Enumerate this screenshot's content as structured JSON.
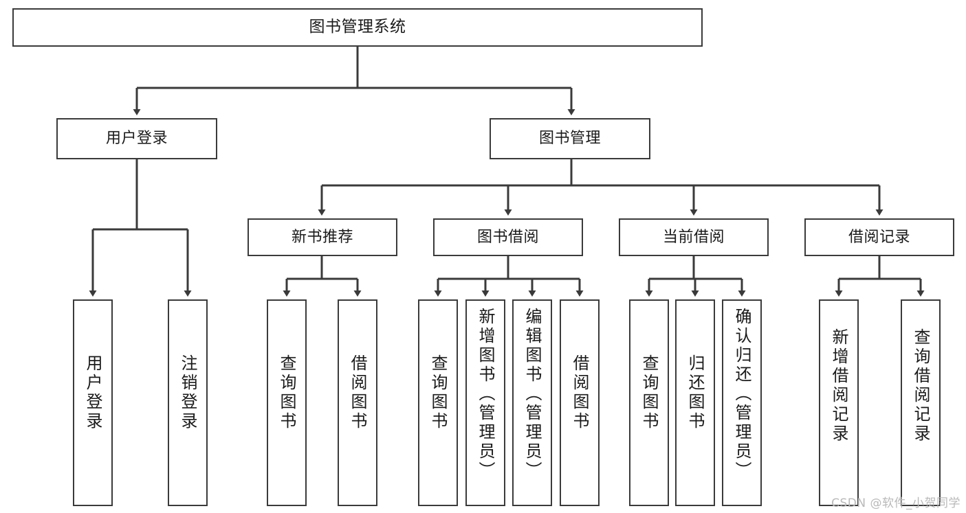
{
  "diagram": {
    "type": "tree-hierarchy",
    "title": "图书管理系统",
    "orientation": "top-down",
    "colors": {
      "box_border": "#3a3a3a",
      "box_fill": "#ffffff",
      "edge": "#3a3a3a",
      "text": "#1a1a1a",
      "watermark": "#b9b9b9"
    },
    "levels": {
      "level1": [
        "图书管理系统"
      ],
      "level2": [
        "用户登录",
        "图书管理"
      ],
      "level3": [
        "新书推荐",
        "图书借阅",
        "当前借阅",
        "借阅记录"
      ],
      "level4": [
        "用户登录",
        "注销登录",
        "查询图书",
        "借阅图书",
        "查询图书",
        "新增图书（管理员）",
        "编辑图书（管理员）",
        "借阅图书",
        "查询图书",
        "归还图书",
        "确认归还（管理员）",
        "新增借阅记录",
        "查询借阅记录"
      ]
    },
    "nodes": {
      "root": {
        "label": "图书管理系统"
      },
      "user_login": {
        "label": "用户登录"
      },
      "book_manage": {
        "label": "图书管理"
      },
      "new_book_rec": {
        "label": "新书推荐"
      },
      "book_borrow": {
        "label": "图书借阅"
      },
      "current_borrow": {
        "label": "当前借阅"
      },
      "borrow_record": {
        "label": "借阅记录"
      },
      "leaf_user_login": {
        "label": "用户登录"
      },
      "leaf_logout": {
        "label": "注销登录"
      },
      "leaf_query_book_a": {
        "label": "查询图书"
      },
      "leaf_borrow_book_a": {
        "label": "借阅图书"
      },
      "leaf_query_book_b": {
        "label": "查询图书"
      },
      "leaf_add_book": {
        "label": "新增图书（管理员）"
      },
      "leaf_edit_book": {
        "label": "编辑图书（管理员）"
      },
      "leaf_borrow_book_b": {
        "label": "借阅图书"
      },
      "leaf_query_book_c": {
        "label": "查询图书"
      },
      "leaf_return_book": {
        "label": "归还图书"
      },
      "leaf_confirm_return": {
        "label": "确认归还（管理员）"
      },
      "leaf_add_record": {
        "label": "新增借阅记录"
      },
      "leaf_query_record": {
        "label": "查询借阅记录"
      }
    },
    "edges": [
      {
        "from": "root",
        "to": "user_login"
      },
      {
        "from": "root",
        "to": "book_manage"
      },
      {
        "from": "user_login",
        "to": "leaf_user_login"
      },
      {
        "from": "user_login",
        "to": "leaf_logout"
      },
      {
        "from": "book_manage",
        "to": "new_book_rec"
      },
      {
        "from": "book_manage",
        "to": "book_borrow"
      },
      {
        "from": "book_manage",
        "to": "current_borrow"
      },
      {
        "from": "book_manage",
        "to": "borrow_record"
      },
      {
        "from": "new_book_rec",
        "to": "leaf_query_book_a"
      },
      {
        "from": "new_book_rec",
        "to": "leaf_borrow_book_a"
      },
      {
        "from": "book_borrow",
        "to": "leaf_query_book_b"
      },
      {
        "from": "book_borrow",
        "to": "leaf_add_book"
      },
      {
        "from": "book_borrow",
        "to": "leaf_edit_book"
      },
      {
        "from": "book_borrow",
        "to": "leaf_borrow_book_b"
      },
      {
        "from": "current_borrow",
        "to": "leaf_query_book_c"
      },
      {
        "from": "current_borrow",
        "to": "leaf_return_book"
      },
      {
        "from": "current_borrow",
        "to": "leaf_confirm_return"
      },
      {
        "from": "borrow_record",
        "to": "leaf_add_record"
      },
      {
        "from": "borrow_record",
        "to": "leaf_query_record"
      }
    ]
  },
  "watermark": {
    "text": "CSDN @软件_小贺同学"
  }
}
